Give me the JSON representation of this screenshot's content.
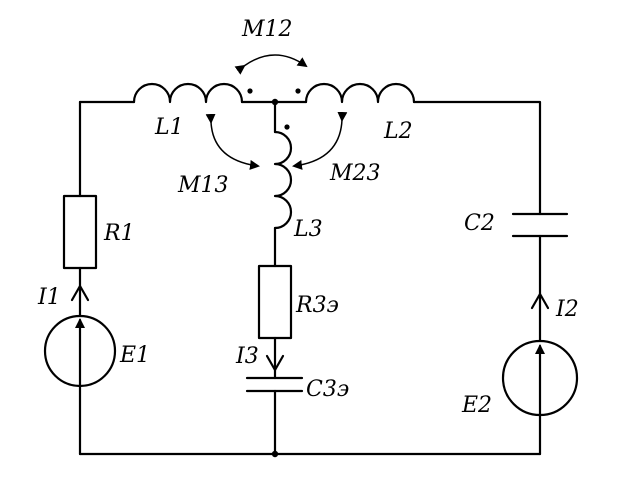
{
  "circuit": {
    "labels": {
      "M12": "M12",
      "L1": "L1",
      "L2": "L2",
      "M13": "M13",
      "M23": "M23",
      "L3": "L3",
      "R1": "R1",
      "C2": "C2",
      "I1": "I1",
      "R3": "R3э",
      "I2": "I2",
      "E1": "E1",
      "I3": "I3",
      "C3": "C3э",
      "E2": "E2"
    }
  }
}
